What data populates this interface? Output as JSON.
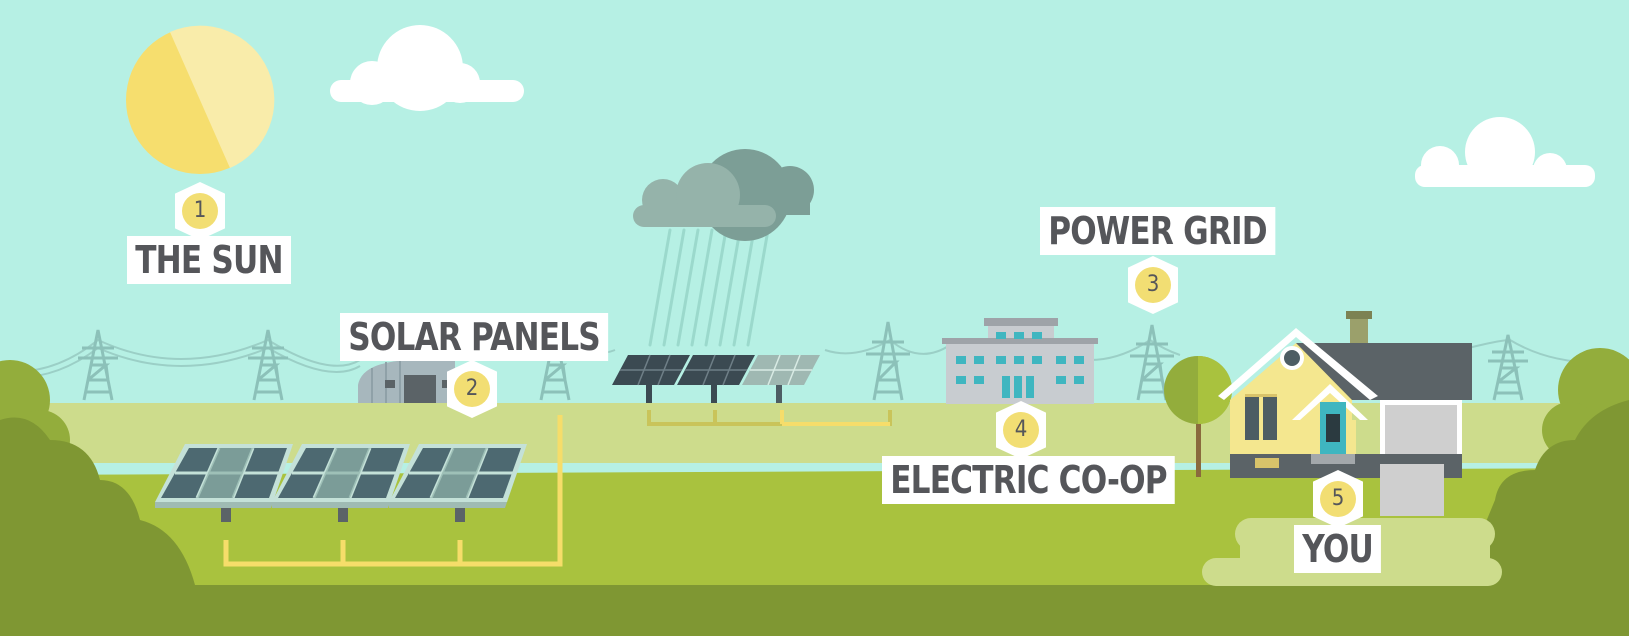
{
  "steps": [
    {
      "number": "1",
      "label": "THE SUN"
    },
    {
      "number": "2",
      "label": "SOLAR PANELS"
    },
    {
      "number": "3",
      "label": "POWER GRID"
    },
    {
      "number": "4",
      "label": "ELECTRIC CO-OP"
    },
    {
      "number": "5",
      "label": "YOU"
    }
  ],
  "colors": {
    "sky": "#b6f0e4",
    "sun": "#f6de6e",
    "badge": "#f2de73",
    "text": "#55565a",
    "grass_light": "#cddc8c",
    "grass_mid": "#a9c23e",
    "grass_dark": "#7f9733",
    "wire": "#f6dd6a"
  },
  "icons": [
    "sun-icon",
    "cloud-icon",
    "rain-cloud-icon",
    "solar-panel-icon",
    "transmission-tower-icon",
    "building-icon",
    "house-icon",
    "tree-icon",
    "barn-icon"
  ]
}
